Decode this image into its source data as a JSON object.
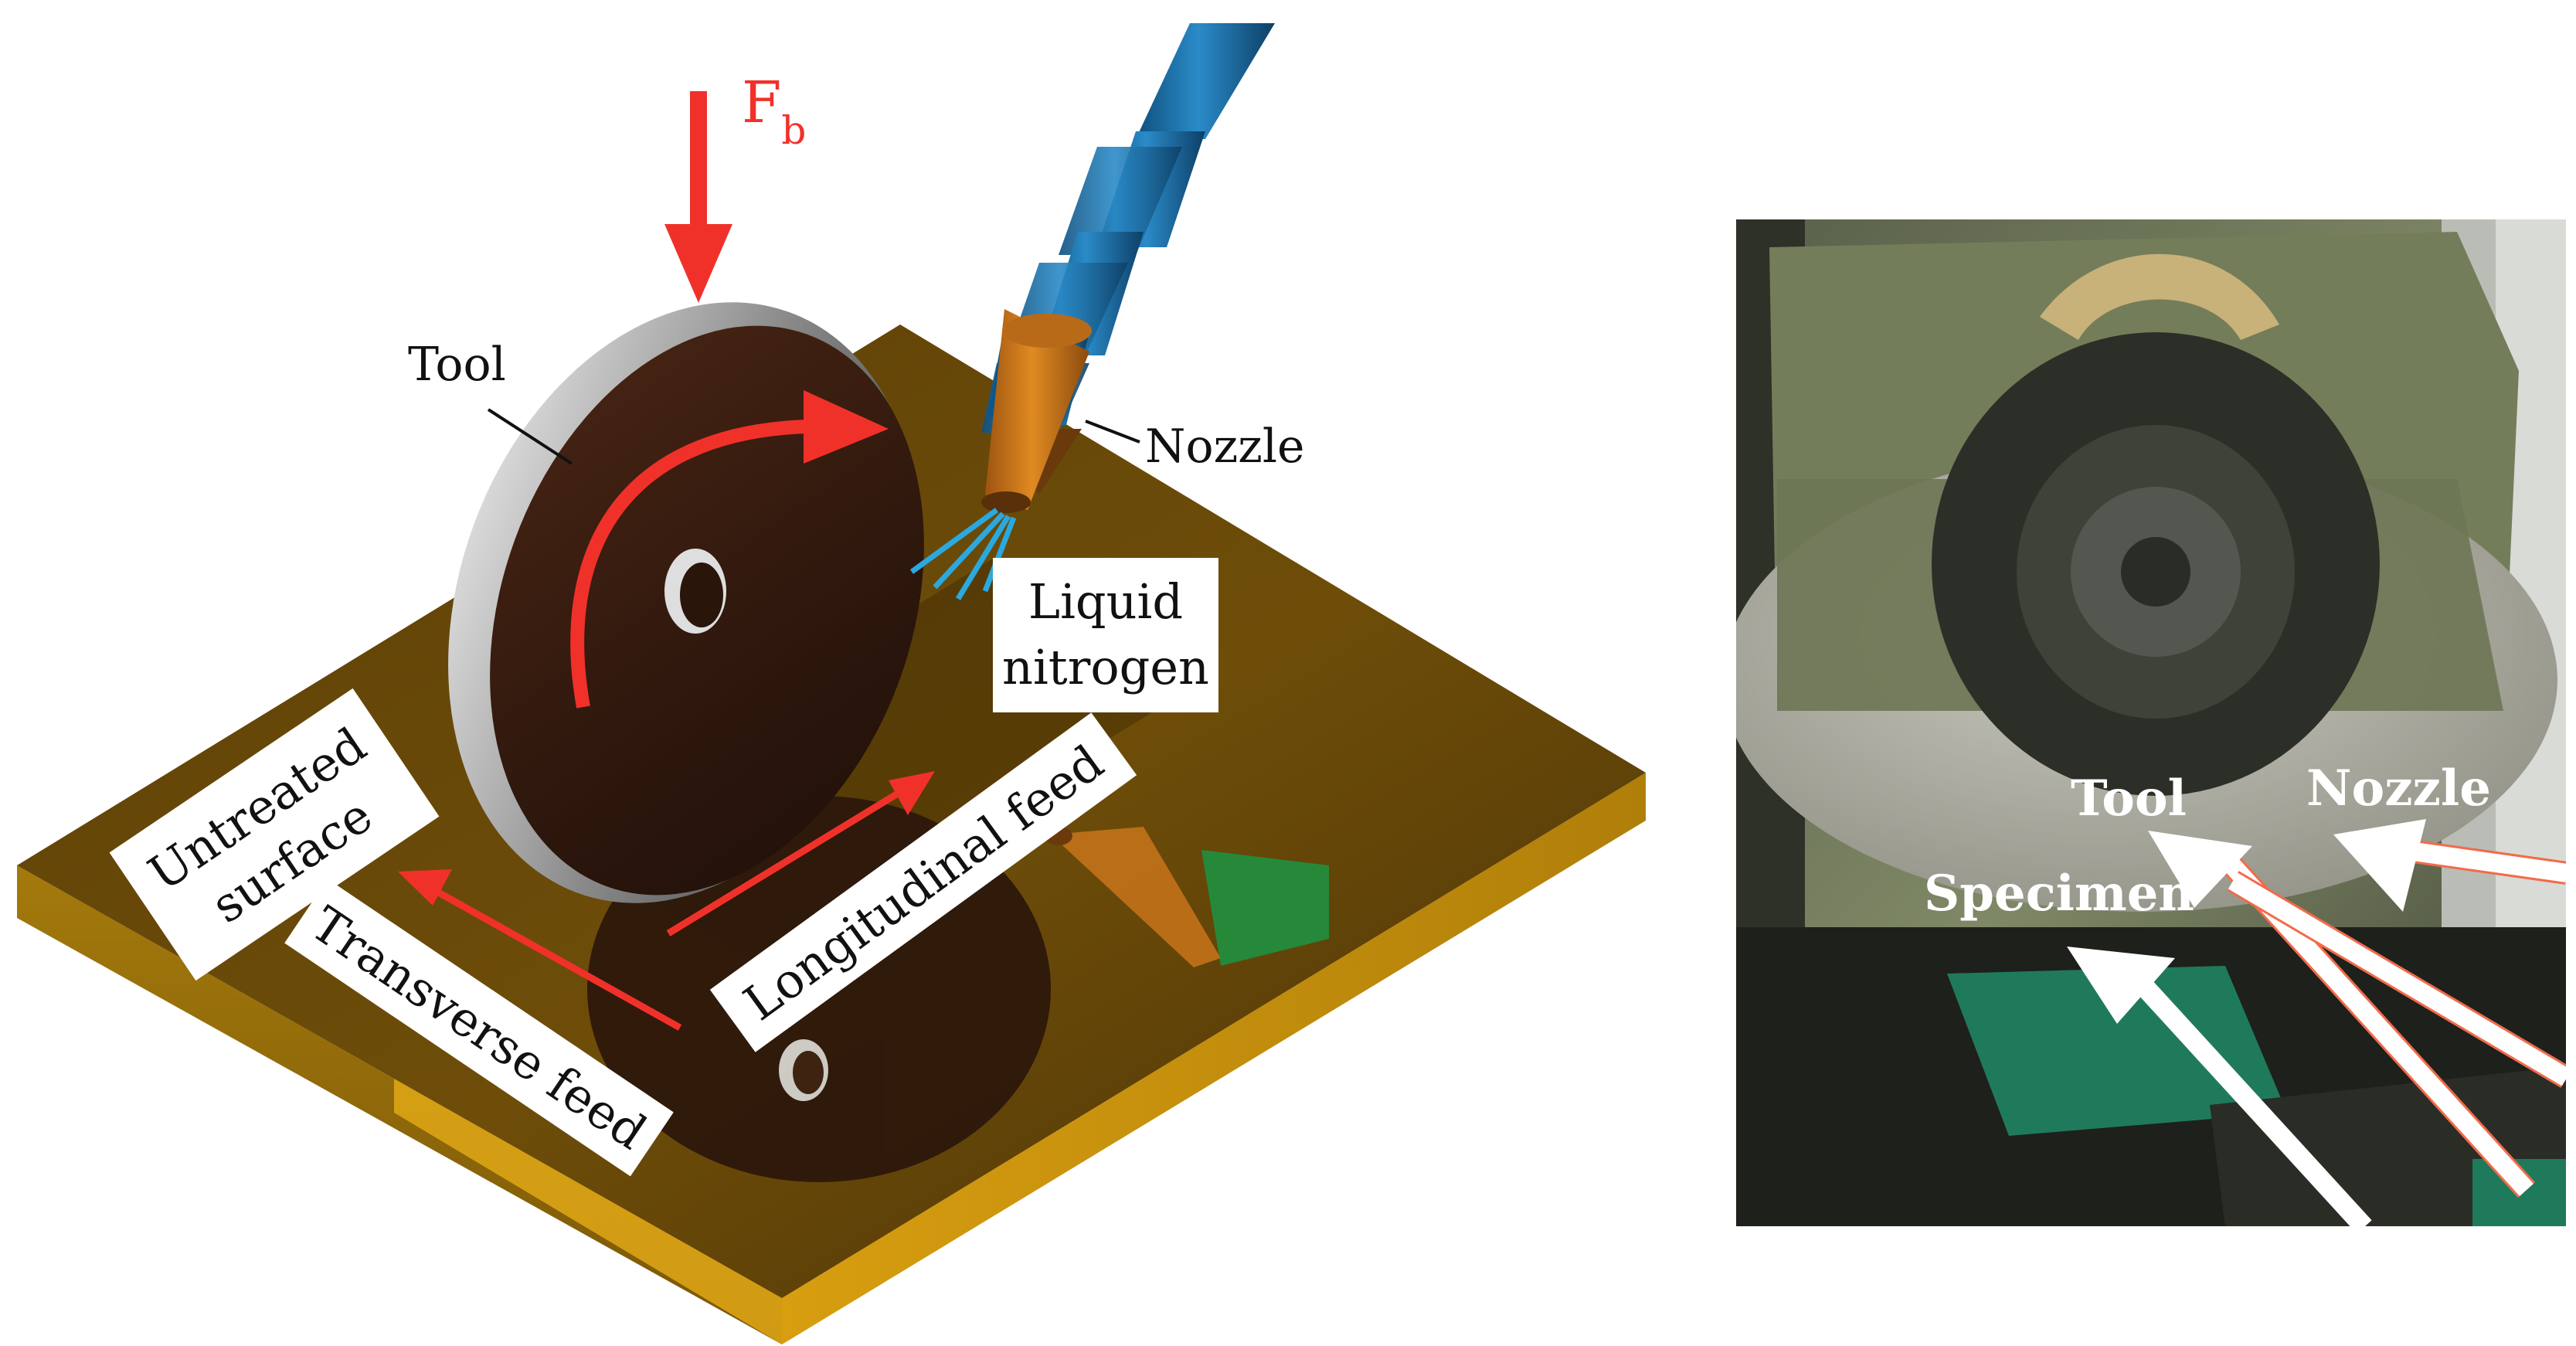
{
  "labels": {
    "force_main": "F",
    "force_sub": "b",
    "tool": "Tool",
    "nozzle": "Nozzle",
    "liquid_line1": "Liquid",
    "liquid_line2": "nitrogen",
    "untreated_line1": "Untreated",
    "untreated_line2": "surface",
    "longitudinal": "Longitudinal feed",
    "transverse": "Transverse feed"
  },
  "photo_labels": {
    "tool": "Tool",
    "nozzle": "Nozzle",
    "specimen": "Specimen"
  },
  "colors": {
    "arrow_red": "#f0312a",
    "plate_top": "#6a4a08",
    "plate_side": "#8f6a08",
    "plate_front": "#c8920a",
    "disc": "#3a1f12",
    "nozzle_cone": "#c8741a",
    "hose": "#1c6ea4",
    "jet": "#2aa9e0",
    "photo_machine": "#7f8866",
    "photo_clamp": "#1f7a5c"
  }
}
